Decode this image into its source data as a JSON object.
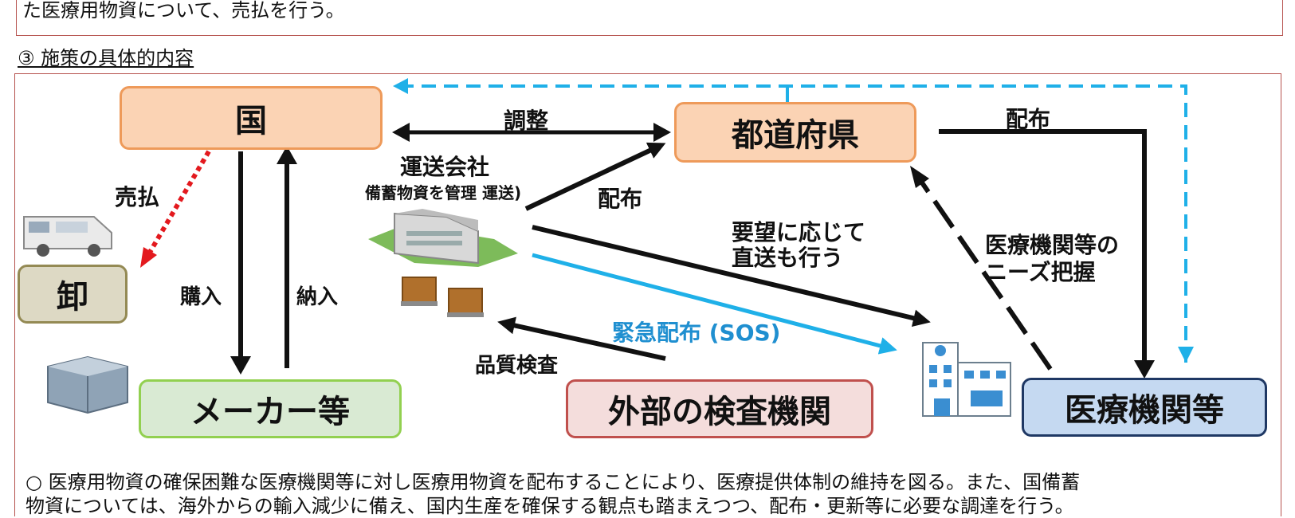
{
  "top_text": "た医療用物資について、売払を行う。",
  "section_title": "③ 施策の具体的内容",
  "nodes": {
    "kuni": "国",
    "todofuken": "都道府県",
    "oroshi": "卸",
    "maker": "メーカー等",
    "kensa": "外部の検査機関",
    "iryo": "医療機関等"
  },
  "labels": {
    "chosei": "調整",
    "haifu_top": "配布",
    "unso_title": "運送会社",
    "unso_sub": "備蓄物資を管理 運送)",
    "haifu_mid": "配布",
    "baraibarai": "売払",
    "konyu": "購入",
    "nonyu": "納入",
    "chokuso_1": "要望に応じて",
    "chokuso_2": "直送も行う",
    "needs_1": "医療機関等の",
    "needs_2": "ニーズ把握",
    "kinkyu": "緊急配布 (SOS)",
    "hinshitsu": "品質検査"
  },
  "bottom_text": {
    "line1": "○ 医療用物資の確保困難な医療機関等に対し医療用物資を配布することにより、医療提供体制の維持を図る。また、国備蓄",
    "line2": "物資については、海外からの輸入減少に備え、国内生産を確保する観点も踏まえつつ、配布・更新等に必要な調達を行う。"
  },
  "colors": {
    "frame": "#b6524e",
    "orange_fill": "#fbd3b4",
    "orange_border": "#ee9a5a",
    "beige_fill": "#ddd9c4",
    "beige_border": "#948a54",
    "green_fill": "#d9ead3",
    "green_border": "#92d050",
    "pink_fill": "#f4dddc",
    "pink_border": "#c0504d",
    "blue_fill": "#c5d9f1",
    "blue_border": "#1f3864",
    "cyan": "#1fb0e8",
    "red_dot": "#e3191e"
  }
}
